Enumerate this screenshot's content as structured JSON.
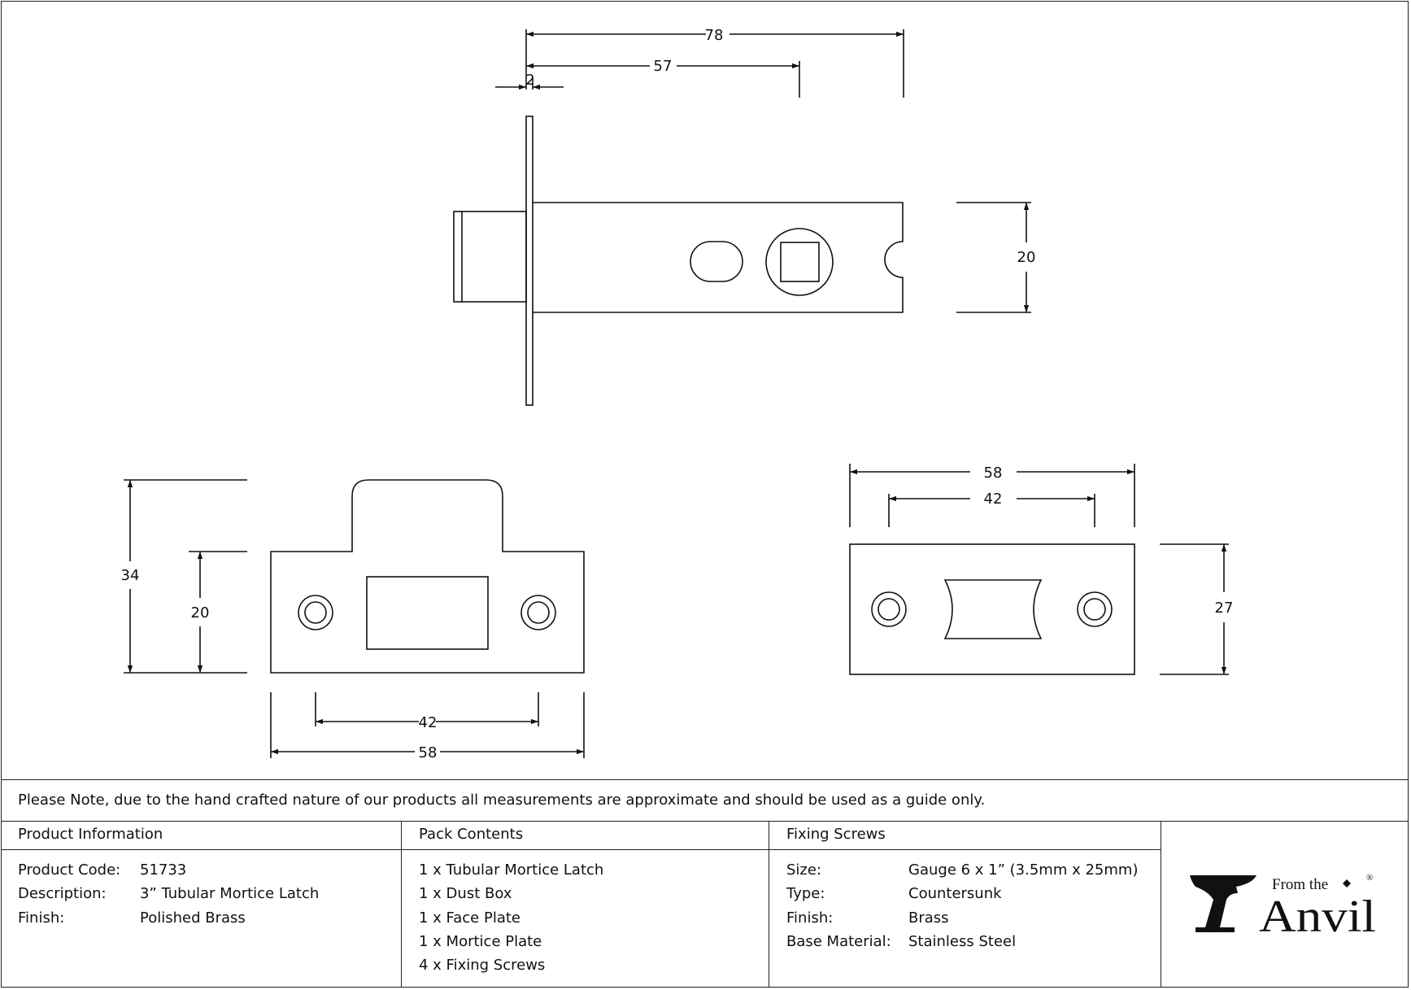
{
  "drawing": {
    "top_view": {
      "dims": {
        "overall": "78",
        "backset": "57",
        "plate_thickness": "2",
        "body_height": "20"
      }
    },
    "face_plate": {
      "dims": {
        "height": "34",
        "plate_height": "20",
        "screw_centres": "42",
        "width": "58"
      }
    },
    "mortice_plate": {
      "dims": {
        "width": "58",
        "screw_centres": "42",
        "height": "27"
      }
    }
  },
  "note": "Please Note, due to the hand crafted nature of our products all measurements are approximate and should be used as a guide only.",
  "product_info": {
    "heading": "Product Information",
    "rows": [
      {
        "label": "Product Code:",
        "value": "51733"
      },
      {
        "label": "Description:",
        "value": "3” Tubular Mortice Latch"
      },
      {
        "label": "Finish:",
        "value": "Polished Brass"
      }
    ]
  },
  "pack_contents": {
    "heading": "Pack Contents",
    "items": [
      "1 x Tubular Mortice Latch",
      "1 x Dust Box",
      "1 x Face Plate",
      "1 x Mortice Plate",
      "4 x Fixing Screws"
    ]
  },
  "fixing_screws": {
    "heading": "Fixing Screws",
    "rows": [
      {
        "label": "Size:",
        "value": "Gauge 6 x 1” (3.5mm x 25mm)"
      },
      {
        "label": "Type:",
        "value": "Countersunk"
      },
      {
        "label": "Finish:",
        "value": "Brass"
      },
      {
        "label": "Base Material:",
        "value": "Stainless Steel"
      }
    ]
  },
  "logo": {
    "top_text": "From the",
    "main_text": "Anvil",
    "registered": "®"
  }
}
